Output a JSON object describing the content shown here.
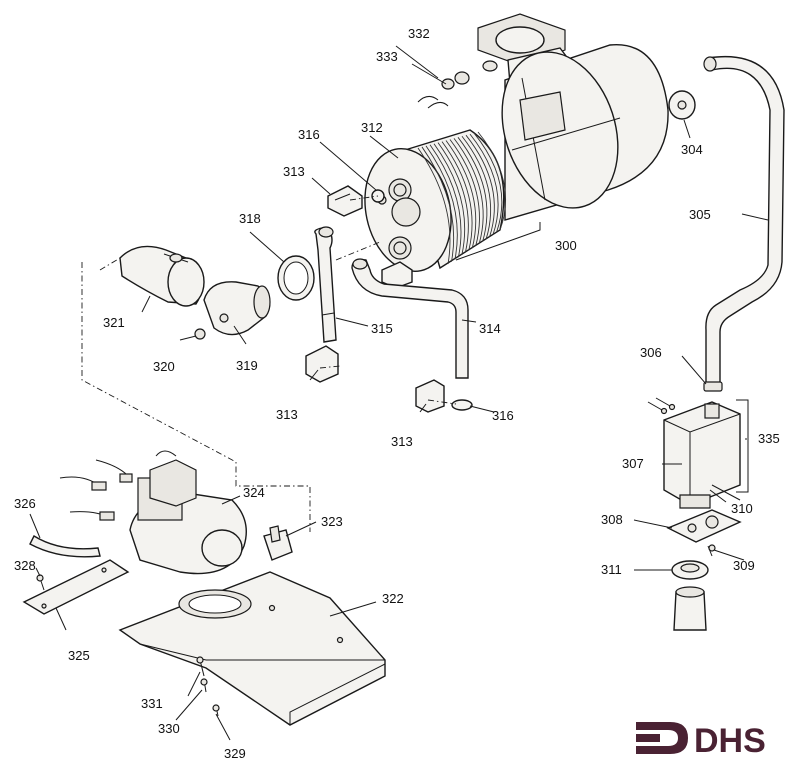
{
  "labels": {
    "p300": "300",
    "p304": "304",
    "p305": "305",
    "p306": "306",
    "p307": "307",
    "p308": "308",
    "p309": "309",
    "p310": "310",
    "p311": "311",
    "p312": "312",
    "p313a": "313",
    "p313b": "313",
    "p313c": "313",
    "p314": "314",
    "p315": "315",
    "p316a": "316",
    "p316b": "316",
    "p318": "318",
    "p319": "319",
    "p320": "320",
    "p321": "321",
    "p322": "322",
    "p323": "323",
    "p324": "324",
    "p325": "325",
    "p326": "326",
    "p328": "328",
    "p329": "329",
    "p330": "330",
    "p331": "331",
    "p332": "332",
    "p333": "333",
    "p335": "335"
  },
  "logo": {
    "text": "DHS",
    "color": "#4a2233"
  }
}
